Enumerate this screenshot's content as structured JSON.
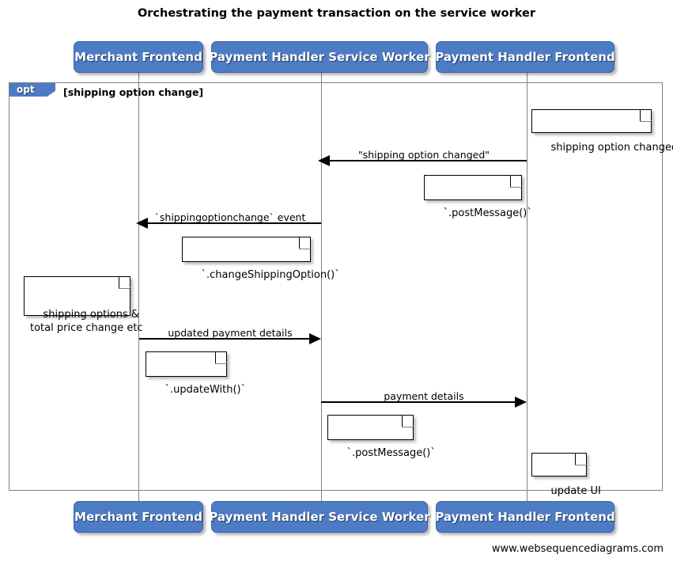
{
  "diagram": {
    "title": "Orchestrating the payment transaction on the service worker",
    "footer": "www.websequencediagrams.com",
    "colors": {
      "participant_fill": "#4e7cc4",
      "participant_text": "#ffffff",
      "frame_border": "#808080",
      "line": "#000000",
      "note_fill": "#ffffff"
    }
  },
  "participants": [
    {
      "id": "merchant-frontend",
      "label": "Merchant Frontend"
    },
    {
      "id": "payment-handler-service-worker",
      "label": "Payment Handler Service Worker"
    },
    {
      "id": "payment-handler-frontend",
      "label": "Payment Handler Frontend"
    }
  ],
  "participants_bottom": [
    {
      "id": "merchant-frontend",
      "label": "Merchant Frontend"
    },
    {
      "id": "payment-handler-service-worker",
      "label": "Payment Handler Service Worker"
    },
    {
      "id": "payment-handler-frontend",
      "label": "Payment Handler Frontend"
    }
  ],
  "fragment": {
    "tag": "opt",
    "condition": "[shipping option change]"
  },
  "messages": [
    {
      "id": "shipping-option-changed",
      "label": "\"shipping option changed\"",
      "from": "payment-handler-frontend",
      "to": "payment-handler-service-worker",
      "direction": "left"
    },
    {
      "id": "shippingoptionchange-event",
      "label": "`shippingoptionchange` event",
      "from": "payment-handler-service-worker",
      "to": "merchant-frontend",
      "direction": "left"
    },
    {
      "id": "updated-payment-details",
      "label": "updated payment details",
      "from": "merchant-frontend",
      "to": "payment-handler-service-worker",
      "direction": "right"
    },
    {
      "id": "payment-details",
      "label": "payment details",
      "from": "payment-handler-service-worker",
      "to": "payment-handler-frontend",
      "direction": "right"
    }
  ],
  "notes": [
    {
      "id": "note-shipping-option-changed",
      "text": "shipping option changed"
    },
    {
      "id": "note-post-message-1",
      "text": "`.postMessage()`"
    },
    {
      "id": "note-change-shipping-option",
      "text": "`.changeShippingOption()`"
    },
    {
      "id": "note-shipping-options-total-price",
      "text": "shipping options &\ntotal price change etc"
    },
    {
      "id": "note-update-with",
      "text": "`.updateWith()`"
    },
    {
      "id": "note-post-message-2",
      "text": "`.postMessage()`"
    },
    {
      "id": "note-update-ui",
      "text": "update UI"
    }
  ]
}
